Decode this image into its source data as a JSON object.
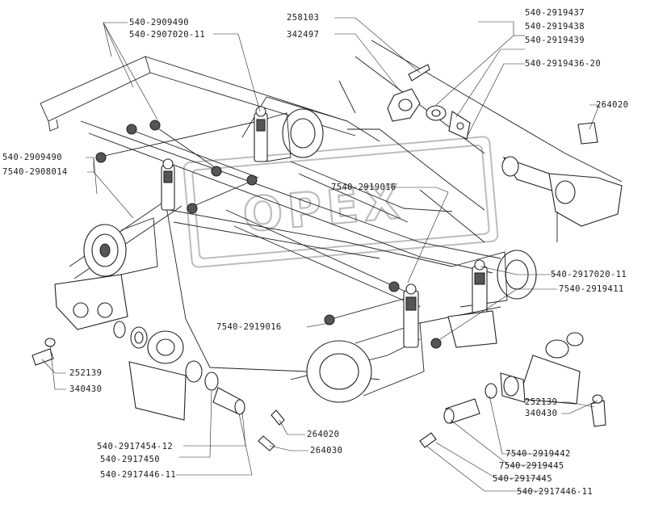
{
  "watermark": {
    "text": "OPEX"
  },
  "callouts": [
    {
      "id": "c1",
      "text": "540-2909490"
    },
    {
      "id": "c2",
      "text": "540-2907020-11"
    },
    {
      "id": "c3",
      "text": "258103"
    },
    {
      "id": "c4",
      "text": "342497"
    },
    {
      "id": "c5",
      "text": "540-2919437"
    },
    {
      "id": "c6",
      "text": "540-2919438"
    },
    {
      "id": "c7",
      "text": "540-2919439"
    },
    {
      "id": "c8",
      "text": "540-2919436-20"
    },
    {
      "id": "c9",
      "text": "264020"
    },
    {
      "id": "c10",
      "text": "540-2909490"
    },
    {
      "id": "c11",
      "text": "7540-2908014"
    },
    {
      "id": "c12",
      "text": "7540-2919016"
    },
    {
      "id": "c13",
      "text": "540-2917020-11"
    },
    {
      "id": "c14",
      "text": "7540-2919411"
    },
    {
      "id": "c15",
      "text": "7540-2919016"
    },
    {
      "id": "c16",
      "text": "252139"
    },
    {
      "id": "c17",
      "text": "340430"
    },
    {
      "id": "c18",
      "text": "540-2917454-12"
    },
    {
      "id": "c19",
      "text": "540-2917450"
    },
    {
      "id": "c20",
      "text": "540-2917446-11"
    },
    {
      "id": "c21",
      "text": "264020"
    },
    {
      "id": "c22",
      "text": "264030"
    },
    {
      "id": "c23",
      "text": "252139"
    },
    {
      "id": "c24",
      "text": "340430"
    },
    {
      "id": "c25",
      "text": "7540-2919442"
    },
    {
      "id": "c26",
      "text": "7540-2919445"
    },
    {
      "id": "c27",
      "text": "540-2917445"
    },
    {
      "id": "c28",
      "text": "540-2917446-11"
    }
  ]
}
